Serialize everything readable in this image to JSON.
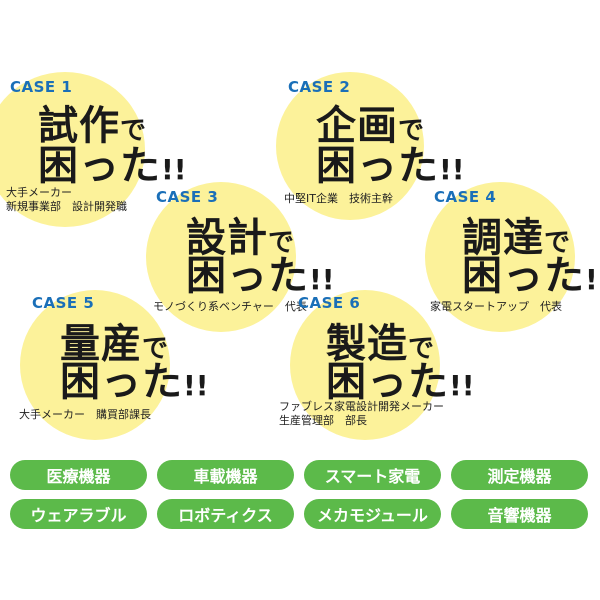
{
  "colors": {
    "circle": "#fcf29a",
    "case_label": "#1a6fb8",
    "text": "#1a1a1a",
    "tag": "#5cba4a"
  },
  "cases": [
    {
      "label": "CASE 1",
      "word": "試作",
      "particle": "で",
      "trouble_main": "困った",
      "trouble_mark": "!!",
      "lines": [
        "大手メーカー",
        "新規事業部　設計開発職"
      ]
    },
    {
      "label": "CASE 2",
      "word": "企画",
      "particle": "で",
      "trouble_main": "困った",
      "trouble_mark": "!!",
      "lines": [
        "中堅IT企業　技術主幹"
      ]
    },
    {
      "label": "CASE 3",
      "word": "設計",
      "particle": "で",
      "trouble_main": "困った",
      "trouble_mark": "!!",
      "lines": [
        "モノづくり系ベンチャー　代表"
      ]
    },
    {
      "label": "CASE 4",
      "word": "調達",
      "particle": "で",
      "trouble_main": "困った",
      "trouble_mark": "!!",
      "lines": [
        "家電スタートアップ　代表"
      ]
    },
    {
      "label": "CASE 5",
      "word": "量産",
      "particle": "で",
      "trouble_main": "困った",
      "trouble_mark": "!!",
      "lines": [
        "大手メーカー　購買部課長"
      ]
    },
    {
      "label": "CASE 6",
      "word": "製造",
      "particle": "で",
      "trouble_main": "困った",
      "trouble_mark": "!!",
      "lines": [
        "ファブレス家電設計開発メーカー",
        "生産管理部　部長"
      ]
    }
  ],
  "tags": [
    "医療機器",
    "車載機器",
    "スマート家電",
    "測定機器",
    "ウェアラブル",
    "ロボティクス",
    "メカモジュール",
    "音響機器"
  ]
}
